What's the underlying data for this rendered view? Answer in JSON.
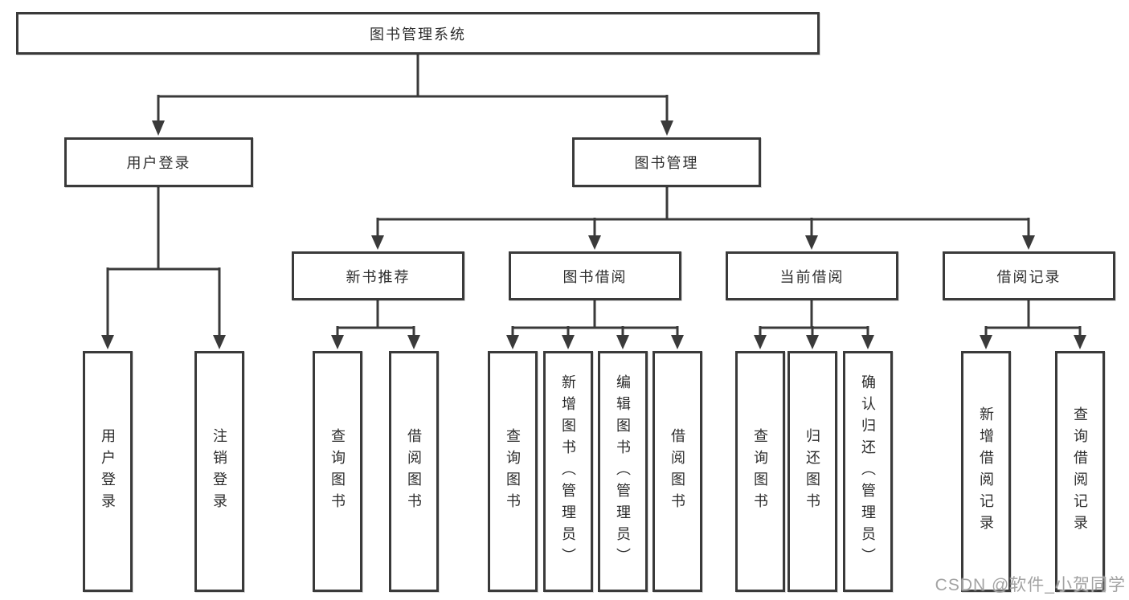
{
  "diagram": {
    "title": "图书管理系统",
    "root": {
      "label": "图书管理系统"
    },
    "level2": [
      {
        "id": "user-login",
        "label": "用户登录"
      },
      {
        "id": "book-management",
        "label": "图书管理"
      }
    ],
    "level3": [
      {
        "id": "new-book-recommend",
        "label": "新书推荐"
      },
      {
        "id": "book-borrow",
        "label": "图书借阅"
      },
      {
        "id": "current-borrow",
        "label": "当前借阅"
      },
      {
        "id": "borrow-records",
        "label": "借阅记录"
      }
    ],
    "leaves": {
      "user_login": [
        {
          "label": "用户登录"
        },
        {
          "label": "注销登录"
        }
      ],
      "new_book_recommend": [
        {
          "label": "查询图书"
        },
        {
          "label": "借阅图书"
        }
      ],
      "book_borrow": [
        {
          "label": "查询图书"
        },
        {
          "label": "新增图书（管理员）"
        },
        {
          "label": "编辑图书（管理员）"
        },
        {
          "label": "借阅图书"
        }
      ],
      "current_borrow": [
        {
          "label": "查询图书"
        },
        {
          "label": "归还图书"
        },
        {
          "label": "确认归还（管理员）"
        }
      ],
      "borrow_records": [
        {
          "label": "新增借阅记录"
        },
        {
          "label": "查询借阅记录"
        }
      ]
    }
  },
  "watermark": {
    "text": "CSDN @软件_小贺同学"
  },
  "colors": {
    "line": "#3a3a3a",
    "text": "#2d2d2d",
    "watermark": "#a3a3a3",
    "background": "#ffffff"
  }
}
